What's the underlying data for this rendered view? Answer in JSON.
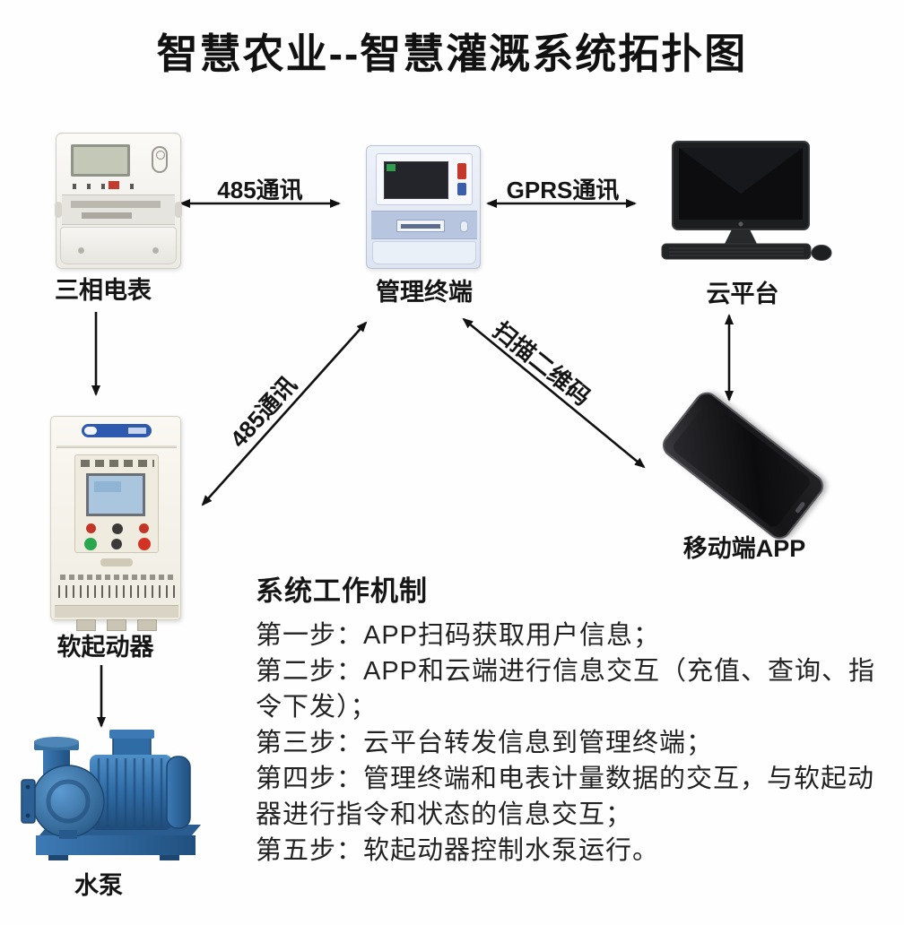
{
  "title": "智慧农业--智慧灌溉系统拓扑图",
  "nodes": {
    "meter": {
      "label": "三相电表"
    },
    "terminal": {
      "label": "管理终端"
    },
    "cloud": {
      "label": "云平台"
    },
    "starter": {
      "label": "软起动器"
    },
    "pump": {
      "label": "水泵"
    },
    "app": {
      "label": "移动端APP"
    }
  },
  "links": {
    "meter_terminal": {
      "label": "485通讯"
    },
    "terminal_cloud": {
      "label": "GPRS通讯"
    },
    "terminal_starter": {
      "label": "485通讯"
    },
    "terminal_app": {
      "label": "扫描二维码"
    }
  },
  "mechanism": {
    "heading": "系统工作机制",
    "steps": [
      "第一步：APP扫码获取用户信息；",
      "第二步：APP和云端进行信息交互（充值、查询、指\n令下发）；",
      "第三步：云平台转发信息到管理终端；",
      "第四步：管理终端和电表计量数据的交互，与软起动\n器进行指令和状态的信息交互；",
      "第五步：软起动器控制水泵运行。"
    ]
  },
  "colors": {
    "background": "#ffffff",
    "text": "#1b1b1b",
    "arrow": "#111111",
    "pump_blue": "#3272ad",
    "starter_body": "#f4f1e8",
    "terminal_body": "#e4eaf4"
  }
}
